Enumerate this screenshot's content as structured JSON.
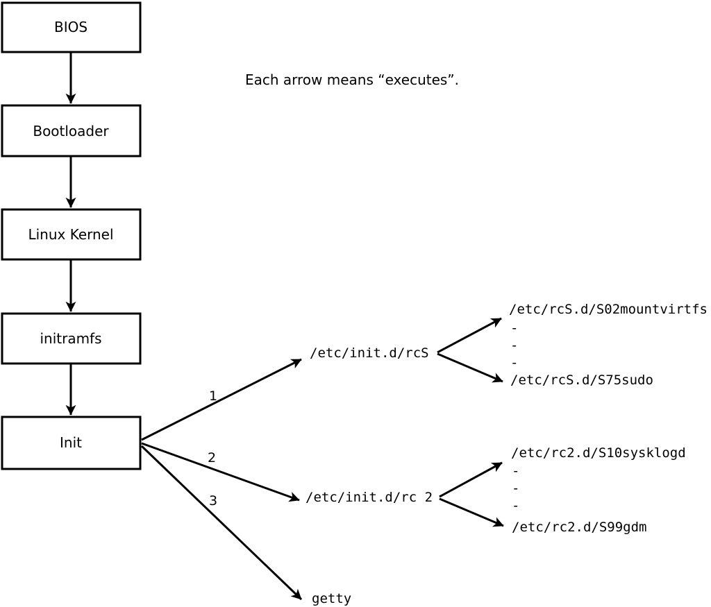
{
  "note": "Each arrow means “executes”.",
  "colors": {
    "foreground": "#000000",
    "background": "#ffffff"
  },
  "flow": {
    "nodes": [
      {
        "label": "BIOS"
      },
      {
        "label": "Bootloader"
      },
      {
        "label": "Linux Kernel"
      },
      {
        "label": "initramfs"
      },
      {
        "label": "Init"
      }
    ]
  },
  "branches": {
    "labels": [
      "1",
      "2",
      "3"
    ],
    "rcS": {
      "source": "/etc/init.d/rcS",
      "targets": [
        "/etc/rcS.d/S02mountvirtfs",
        "-",
        "-",
        "-",
        "/etc/rcS.d/S75sudo"
      ]
    },
    "rc2": {
      "source": "/etc/init.d/rc 2",
      "targets": [
        "/etc/rc2.d/S10sysklogd",
        "-",
        "-",
        "-",
        "/etc/rc2.d/S99gdm"
      ]
    },
    "getty": {
      "source": "getty"
    }
  }
}
